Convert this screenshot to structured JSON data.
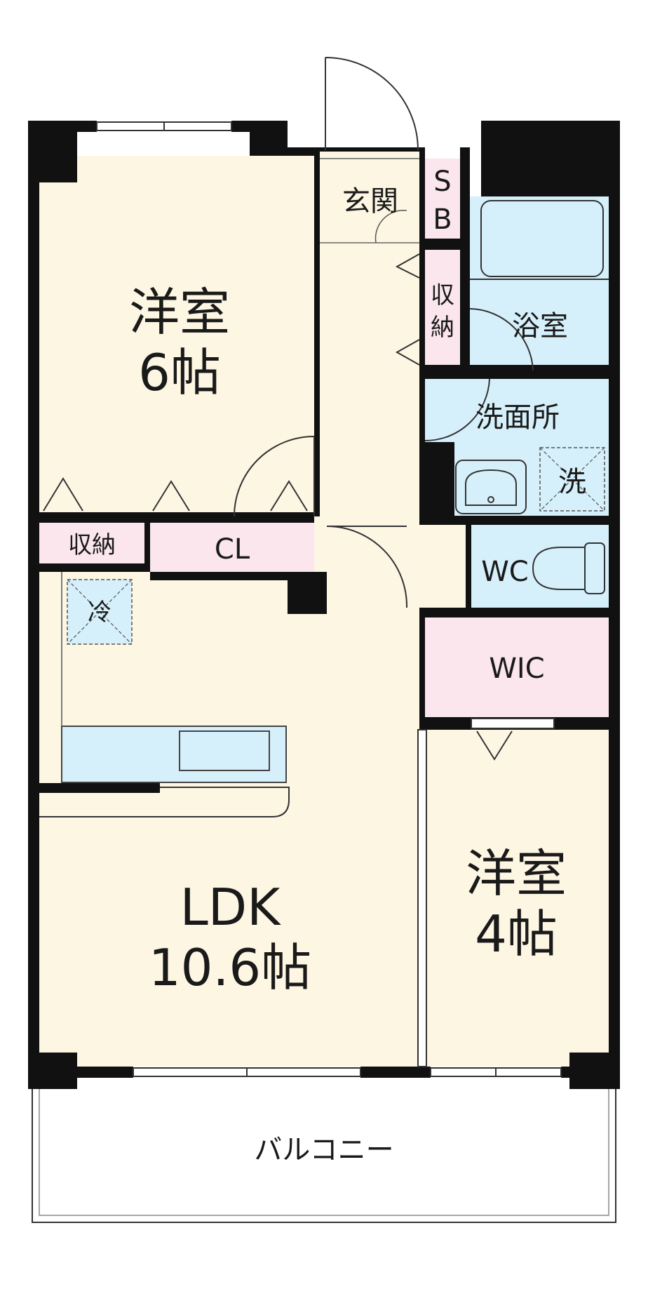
{
  "rooms": {
    "western_6": {
      "name": "洋室",
      "size": "6帖"
    },
    "western_4": {
      "name": "洋室",
      "size": "4帖"
    },
    "ldk": {
      "name": "LDK",
      "size": "10.6帖"
    },
    "entrance": "玄関",
    "shoe_box": {
      "line1": "S",
      "line2": "B"
    },
    "hall_storage": {
      "line1": "収",
      "line2": "納"
    },
    "bathroom": "浴室",
    "washroom": "洗面所",
    "washer": "洗",
    "wc": "WC",
    "wic": "WIC",
    "closet": "CL",
    "storage": "収納",
    "fridge": "冷",
    "balcony": "バルコニー"
  },
  "colors": {
    "room_floor": "#fdf6e3",
    "wet_area": "#d6f0fb",
    "storage": "#fbe6ee",
    "wall": "#111111",
    "balcony": "#ffffff"
  }
}
